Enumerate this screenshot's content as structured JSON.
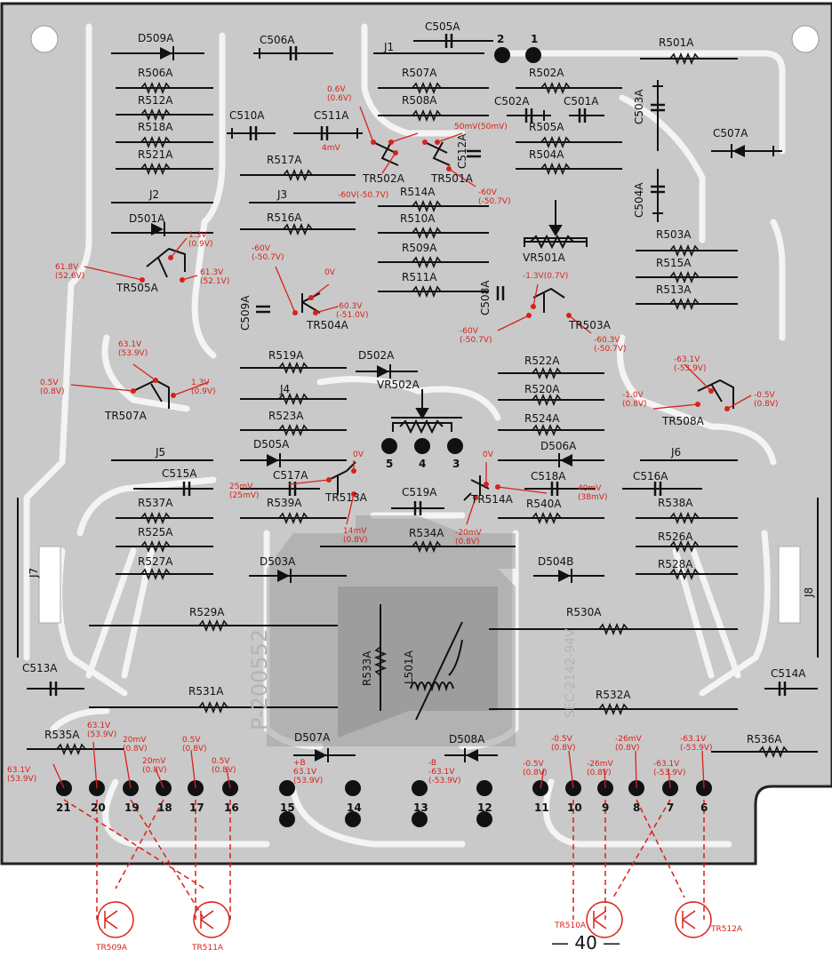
{
  "board": {
    "code_left": "P-200552",
    "code_right": "SEC-2142-94V"
  },
  "page_number": "— 40 —",
  "components": [
    {
      "id": "d509a",
      "t": "D509A"
    },
    {
      "id": "c506a",
      "t": "C506A"
    },
    {
      "id": "j1",
      "t": "J1"
    },
    {
      "id": "c505a",
      "t": "C505A"
    },
    {
      "id": "r501a",
      "t": "R501A"
    },
    {
      "id": "r506a",
      "t": "R506A"
    },
    {
      "id": "r507a",
      "t": "R507A"
    },
    {
      "id": "r502a",
      "t": "R502A"
    },
    {
      "id": "r512a",
      "t": "R512A"
    },
    {
      "id": "r508a",
      "t": "R508A"
    },
    {
      "id": "c510a",
      "t": "C510A"
    },
    {
      "id": "c511a",
      "t": "C511A"
    },
    {
      "id": "c502a",
      "t": "C502A"
    },
    {
      "id": "c501a",
      "t": "C501A"
    },
    {
      "id": "c503a",
      "t": "C503A"
    },
    {
      "id": "r518a",
      "t": "R518A"
    },
    {
      "id": "r505a",
      "t": "R505A"
    },
    {
      "id": "c507a",
      "t": "C507A"
    },
    {
      "id": "c512a",
      "t": "C512A"
    },
    {
      "id": "r521a",
      "t": "R521A"
    },
    {
      "id": "r517a",
      "t": "R517A"
    },
    {
      "id": "r504a",
      "t": "R504A"
    },
    {
      "id": "tr502a",
      "t": "TR502A"
    },
    {
      "id": "tr501a",
      "t": "TR501A"
    },
    {
      "id": "c504a",
      "t": "C504A"
    },
    {
      "id": "j2",
      "t": "J2"
    },
    {
      "id": "j3",
      "t": "J3"
    },
    {
      "id": "r514a",
      "t": "R514A"
    },
    {
      "id": "d501a",
      "t": "D501A"
    },
    {
      "id": "r516a",
      "t": "R516A"
    },
    {
      "id": "r510a",
      "t": "R510A"
    },
    {
      "id": "vr501a",
      "t": "VR501A"
    },
    {
      "id": "r503a",
      "t": "R503A"
    },
    {
      "id": "r509a",
      "t": "R509A"
    },
    {
      "id": "r515a",
      "t": "R515A"
    },
    {
      "id": "tr505a",
      "t": "TR505A"
    },
    {
      "id": "r511a",
      "t": "R511A"
    },
    {
      "id": "c508a",
      "t": "C508A"
    },
    {
      "id": "r513a",
      "t": "R513A"
    },
    {
      "id": "c509a",
      "t": "C509A"
    },
    {
      "id": "tr504a",
      "t": "TR504A"
    },
    {
      "id": "tr503a",
      "t": "TR503A"
    },
    {
      "id": "r519a",
      "t": "R519A"
    },
    {
      "id": "d502a",
      "t": "D502A"
    },
    {
      "id": "r522a",
      "t": "R522A"
    },
    {
      "id": "vr502a",
      "t": "VR502A"
    },
    {
      "id": "r520a",
      "t": "R520A"
    },
    {
      "id": "j4",
      "t": "J4"
    },
    {
      "id": "tr507a",
      "t": "TR507A"
    },
    {
      "id": "tr508a",
      "t": "TR508A"
    },
    {
      "id": "r523a",
      "t": "R523A"
    },
    {
      "id": "r524a",
      "t": "R524A"
    },
    {
      "id": "d505a",
      "t": "D505A"
    },
    {
      "id": "d506a",
      "t": "D506A"
    },
    {
      "id": "j5",
      "t": "J5"
    },
    {
      "id": "j6",
      "t": "J6"
    },
    {
      "id": "c515a",
      "t": "C515A"
    },
    {
      "id": "c517a",
      "t": "C517A"
    },
    {
      "id": "tr513a",
      "t": "TR513A"
    },
    {
      "id": "c519a",
      "t": "C519A"
    },
    {
      "id": "tr514a",
      "t": "TR514A"
    },
    {
      "id": "c518a",
      "t": "C518A"
    },
    {
      "id": "c516a",
      "t": "C516A"
    },
    {
      "id": "r537a",
      "t": "R537A"
    },
    {
      "id": "r539a",
      "t": "R539A"
    },
    {
      "id": "r540a",
      "t": "R540A"
    },
    {
      "id": "r538a",
      "t": "R538A"
    },
    {
      "id": "r525a",
      "t": "R525A"
    },
    {
      "id": "r534a",
      "t": "R534A"
    },
    {
      "id": "r526a",
      "t": "R526A"
    },
    {
      "id": "r527a",
      "t": "R527A"
    },
    {
      "id": "d503a",
      "t": "D503A"
    },
    {
      "id": "d504b",
      "t": "D504B"
    },
    {
      "id": "r528a",
      "t": "R528A"
    },
    {
      "id": "j7",
      "t": "J7"
    },
    {
      "id": "j8",
      "t": "J8"
    },
    {
      "id": "r529a",
      "t": "R529A"
    },
    {
      "id": "r530a",
      "t": "R530A"
    },
    {
      "id": "r533a",
      "t": "R533A"
    },
    {
      "id": "l501a",
      "t": "L501A"
    },
    {
      "id": "c513a",
      "t": "C513A"
    },
    {
      "id": "c514a",
      "t": "C514A"
    },
    {
      "id": "r531a",
      "t": "R531A"
    },
    {
      "id": "r532a",
      "t": "R532A"
    },
    {
      "id": "r535a",
      "t": "R535A"
    },
    {
      "id": "d507a",
      "t": "D507A"
    },
    {
      "id": "d508a",
      "t": "D508A"
    },
    {
      "id": "r536a",
      "t": "R536A"
    }
  ],
  "terminals": [
    "1",
    "2",
    "3",
    "4",
    "5",
    "6",
    "7",
    "8",
    "9",
    "10",
    "11",
    "12",
    "13",
    "14",
    "15",
    "16",
    "17",
    "18",
    "19",
    "20",
    "21"
  ],
  "voltages": [
    {
      "id": "v-tr-top-1",
      "t": "0.6V\n(0.6V)"
    },
    {
      "id": "v-tr-top-2",
      "t": "4mV"
    },
    {
      "id": "v-tr-top-3",
      "t": "50mV(50mV)"
    },
    {
      "id": "v-tr502-e",
      "t": "-60V(-50.7V)"
    },
    {
      "id": "v-tr501-e",
      "t": "-60V\n(-50.7V)"
    },
    {
      "id": "v-tr505-1",
      "t": "1.3V\n(0.9V)"
    },
    {
      "id": "v-tr505-2",
      "t": "61.8V\n(52.6V)"
    },
    {
      "id": "v-tr505-3",
      "t": "61.3V\n(52.1V)"
    },
    {
      "id": "v-tr504-1",
      "t": "-60V\n(-50.7V)"
    },
    {
      "id": "v-tr504-2",
      "t": "0V"
    },
    {
      "id": "v-tr504-3",
      "t": "-60.3V\n(-51.0V)"
    },
    {
      "id": "v-tr503-1",
      "t": "-1.3V(0.7V)"
    },
    {
      "id": "v-tr503-2",
      "t": "-60V\n(-50.7V)"
    },
    {
      "id": "v-tr503-3",
      "t": "-60.3V\n(-50.7V)"
    },
    {
      "id": "v-tr507-1",
      "t": "63.1V\n(53.9V)"
    },
    {
      "id": "v-tr507-2",
      "t": "0.5V\n(0.8V)"
    },
    {
      "id": "v-tr507-3",
      "t": "1.3V\n(0.9V)"
    },
    {
      "id": "v-tr508-1",
      "t": "-63.1V\n(-53.9V)"
    },
    {
      "id": "v-tr508-2",
      "t": "-1.0V\n(0.8V)"
    },
    {
      "id": "v-tr508-3",
      "t": "-0.5V\n(0.8V)"
    },
    {
      "id": "v-tr513-1",
      "t": "0V"
    },
    {
      "id": "v-tr513-2",
      "t": "25mV\n(25mV)"
    },
    {
      "id": "v-tr513-3",
      "t": "14mV\n(0.8V)"
    },
    {
      "id": "v-tr514-1",
      "t": "0V"
    },
    {
      "id": "v-tr514-2",
      "t": "40mV\n(38mV)"
    },
    {
      "id": "v-tr514-3",
      "t": "-20mV\n(0.8V)"
    },
    {
      "id": "v-b21",
      "t": "63.1V\n(53.9V)"
    },
    {
      "id": "v-b20",
      "t": "63.1V\n(53.9V)"
    },
    {
      "id": "v-b19",
      "t": "20mV\n(0.8V)"
    },
    {
      "id": "v-b18",
      "t": "20mV\n(0.8V)"
    },
    {
      "id": "v-b17",
      "t": "0.5V\n(0.8V)"
    },
    {
      "id": "v-b16",
      "t": "0.5V\n(0.8V)"
    },
    {
      "id": "v-b15",
      "t": "+B\n63.1V\n(53.9V)"
    },
    {
      "id": "v-b12",
      "t": "-B\n-63.1V\n(-53.9V)"
    },
    {
      "id": "v-b11",
      "t": "-0.5V\n(0.8V)"
    },
    {
      "id": "v-b10",
      "t": "-0.5V\n(0.8V)"
    },
    {
      "id": "v-b9",
      "t": "-26mV\n(0.8V)"
    },
    {
      "id": "v-b8",
      "t": "-26mV\n(0.8V)"
    },
    {
      "id": "v-b7",
      "t": "-63.1V\n(-53.9V)"
    },
    {
      "id": "v-b6",
      "t": "-63.1V\n(-53.9V)"
    }
  ],
  "bottom_transistors": [
    {
      "id": "tr509a",
      "t": "TR509A"
    },
    {
      "id": "tr511a",
      "t": "TR511A"
    },
    {
      "id": "tr510a",
      "t": "TR510A"
    },
    {
      "id": "tr512a",
      "t": "TR512A"
    }
  ]
}
